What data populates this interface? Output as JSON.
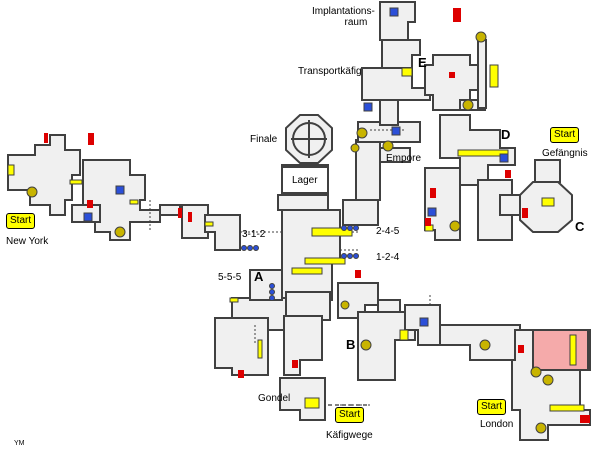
{
  "colors": {
    "wall": "#404040",
    "floor": "#f0f0f0",
    "door": "#ffff00",
    "lock": "#dd0000",
    "gold": "#c8b400",
    "blue": "#2b4fd8",
    "pink": "#f5aaaa"
  },
  "locations": {
    "new_york": "New York",
    "implantationsraum_line1": "Implantations-",
    "implantationsraum_line2": "raum",
    "transportkaefig": "Transportkäfig",
    "finale": "Finale",
    "lager": "Lager",
    "empore": "Empore",
    "gefaengnis": "Gefängnis",
    "gondel": "Gondel",
    "kaefigwege": "Käfigwege",
    "london": "London"
  },
  "start_labels": {
    "new_york": "Start",
    "gefaengnis": "Start",
    "kaefigwege": "Start",
    "london": "Start"
  },
  "markers": {
    "a": "A",
    "b": "B",
    "c": "C",
    "d": "D",
    "e": "E"
  },
  "codes": {
    "code_312": "3-1-2",
    "code_245": "2-4-5",
    "code_124": "1-2-4",
    "code_555": "5-5-5"
  },
  "corner_mark": "YM"
}
